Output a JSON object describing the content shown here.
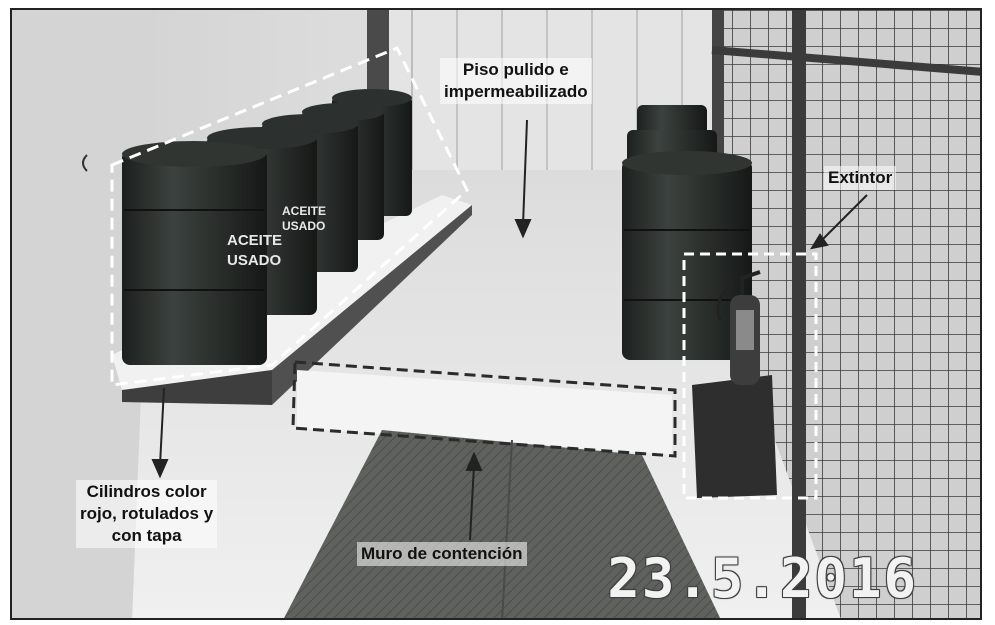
{
  "labels": {
    "floor": "Piso pulido  e\nimpermeabilizado",
    "extinguisher": "Extintor",
    "cylinders": "Cilindros color\nrojo, rotulados y\ncon tapa",
    "wall": "Muro de contención"
  },
  "drum_text": {
    "line1": "ACEITE",
    "line2": "USADO"
  },
  "date_stamp": "23.5.2016",
  "colors": {
    "floor": "#e9e9e9",
    "wall": "#d8d8d8",
    "drum": "#2a2f2c",
    "mat": "#5d5f5c",
    "dashed_white": "#ffffff",
    "dashed_dark": "#2b2b2b"
  },
  "icons": {
    "arrow": "arrow-icon"
  }
}
